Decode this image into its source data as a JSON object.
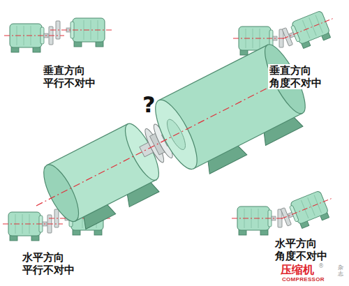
{
  "diagram": {
    "labels": [
      "垂直方向 平行不对中",
      "垂直方向 角度不对中",
      "?",
      "水平方向 平行不对中",
      "水平方向 角度不对中",
      "压缩机",
      "杂志",
      "®",
      "COMPRESSOR"
    ]
  }
}
